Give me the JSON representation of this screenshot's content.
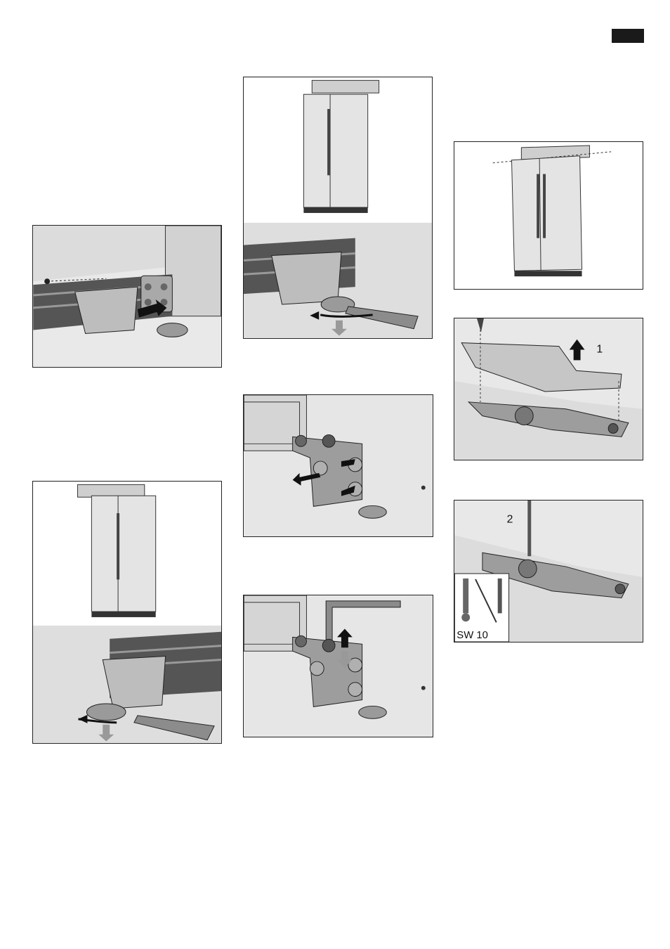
{
  "page": {
    "tab_color": "#1a1a1a",
    "figures": {
      "fig_cover_pull": {
        "kind": "cover-removal"
      },
      "fig_level_left": {
        "kind": "leveling-left"
      },
      "fig_level_right": {
        "kind": "leveling-right"
      },
      "fig_hinge_bolts": {
        "kind": "hinge-bolts"
      },
      "fig_hinge_hex": {
        "kind": "hinge-hex-key"
      },
      "fig_tilt_level": {
        "kind": "level-tilted"
      },
      "fig_top_hinge_cover": {
        "kind": "top-hinge-cover",
        "callout": "1"
      },
      "fig_top_hinge_nut": {
        "kind": "top-hinge-nut",
        "callout": "2",
        "tool_label": "SW 10"
      }
    }
  }
}
